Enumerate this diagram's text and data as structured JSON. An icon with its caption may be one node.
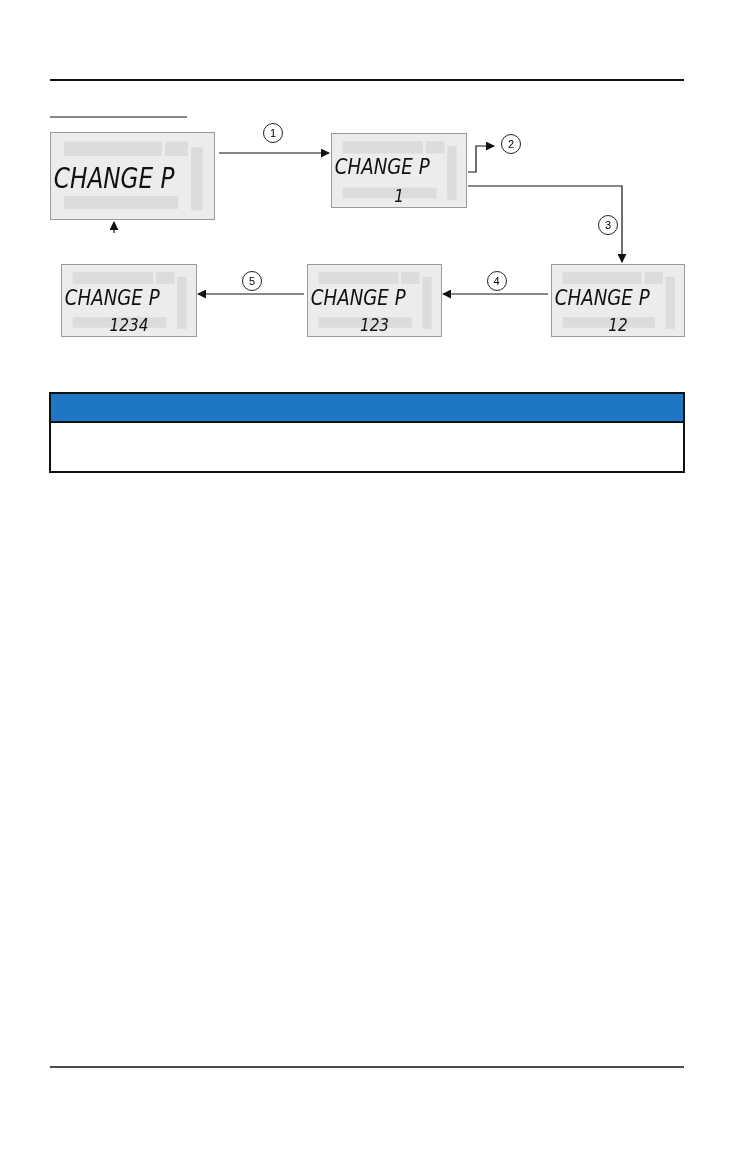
{
  "diagram": {
    "nodes": [
      {
        "text": [
          "CHANGE P"
        ]
      },
      {
        "text": [
          "CHANGE P",
          "1"
        ]
      },
      {
        "text": [
          "CHANGE P",
          "12"
        ]
      },
      {
        "text": [
          "CHANGE P",
          "123"
        ]
      },
      {
        "text": [
          "CHANGE P",
          "1234"
        ]
      }
    ],
    "edges": [
      {
        "from": 0,
        "to": 1,
        "arrow": "to",
        "label": "1"
      },
      {
        "from": 1,
        "to": null,
        "arrow": "to",
        "label": "2"
      },
      {
        "from": 1,
        "to": 2,
        "arrow": "to",
        "label": "3"
      },
      {
        "from": 2,
        "to": 3,
        "arrow": "to",
        "label": "4"
      },
      {
        "from": 3,
        "to": 4,
        "arrow": "to",
        "label": "5"
      },
      {
        "from": null,
        "to": 0,
        "arrow": "to"
      }
    ]
  }
}
